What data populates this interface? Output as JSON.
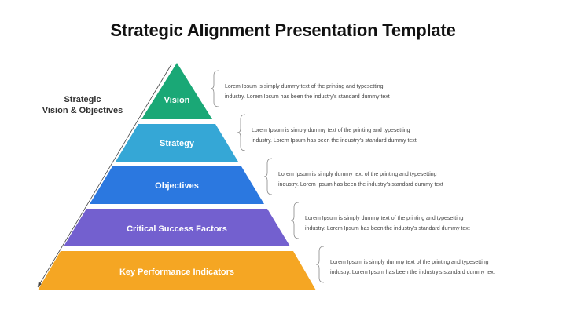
{
  "title": "Strategic Alignment Presentation Template",
  "side_label": {
    "line1": "Strategic",
    "line2": "Vision & Objectives"
  },
  "tiers": [
    {
      "label": "Vision",
      "color": "#1aa876",
      "desc": [
        "Lorem Ipsum is simply dummy text of the printing and typesetting",
        "industry. Lorem Ipsum has been the industry's standard dummy text"
      ]
    },
    {
      "label": "Strategy",
      "color": "#35a7d6",
      "desc": [
        "Lorem Ipsum is simply dummy text of the printing and typesetting",
        "industry. Lorem Ipsum has been the industry's standard dummy text"
      ]
    },
    {
      "label": "Objectives",
      "color": "#2b78e0",
      "desc": [
        "Lorem Ipsum is simply dummy text of the printing and typesetting",
        "industry. Lorem Ipsum has been the industry's standard dummy text"
      ]
    },
    {
      "label": "Critical Success Factors",
      "color": "#7360cf",
      "desc": [
        "Lorem Ipsum is simply dummy  text of the printing and typesetting",
        "industry. Lorem Ipsum has been the industry's standard dummy text"
      ]
    },
    {
      "label": "Key Performance Indicators",
      "color": "#f5a623",
      "desc": [
        "Lorem Ipsum is simply dummy text of the printing and typesetting",
        "industry. Lorem Ipsum has been the industry's standard dummy text"
      ]
    }
  ]
}
